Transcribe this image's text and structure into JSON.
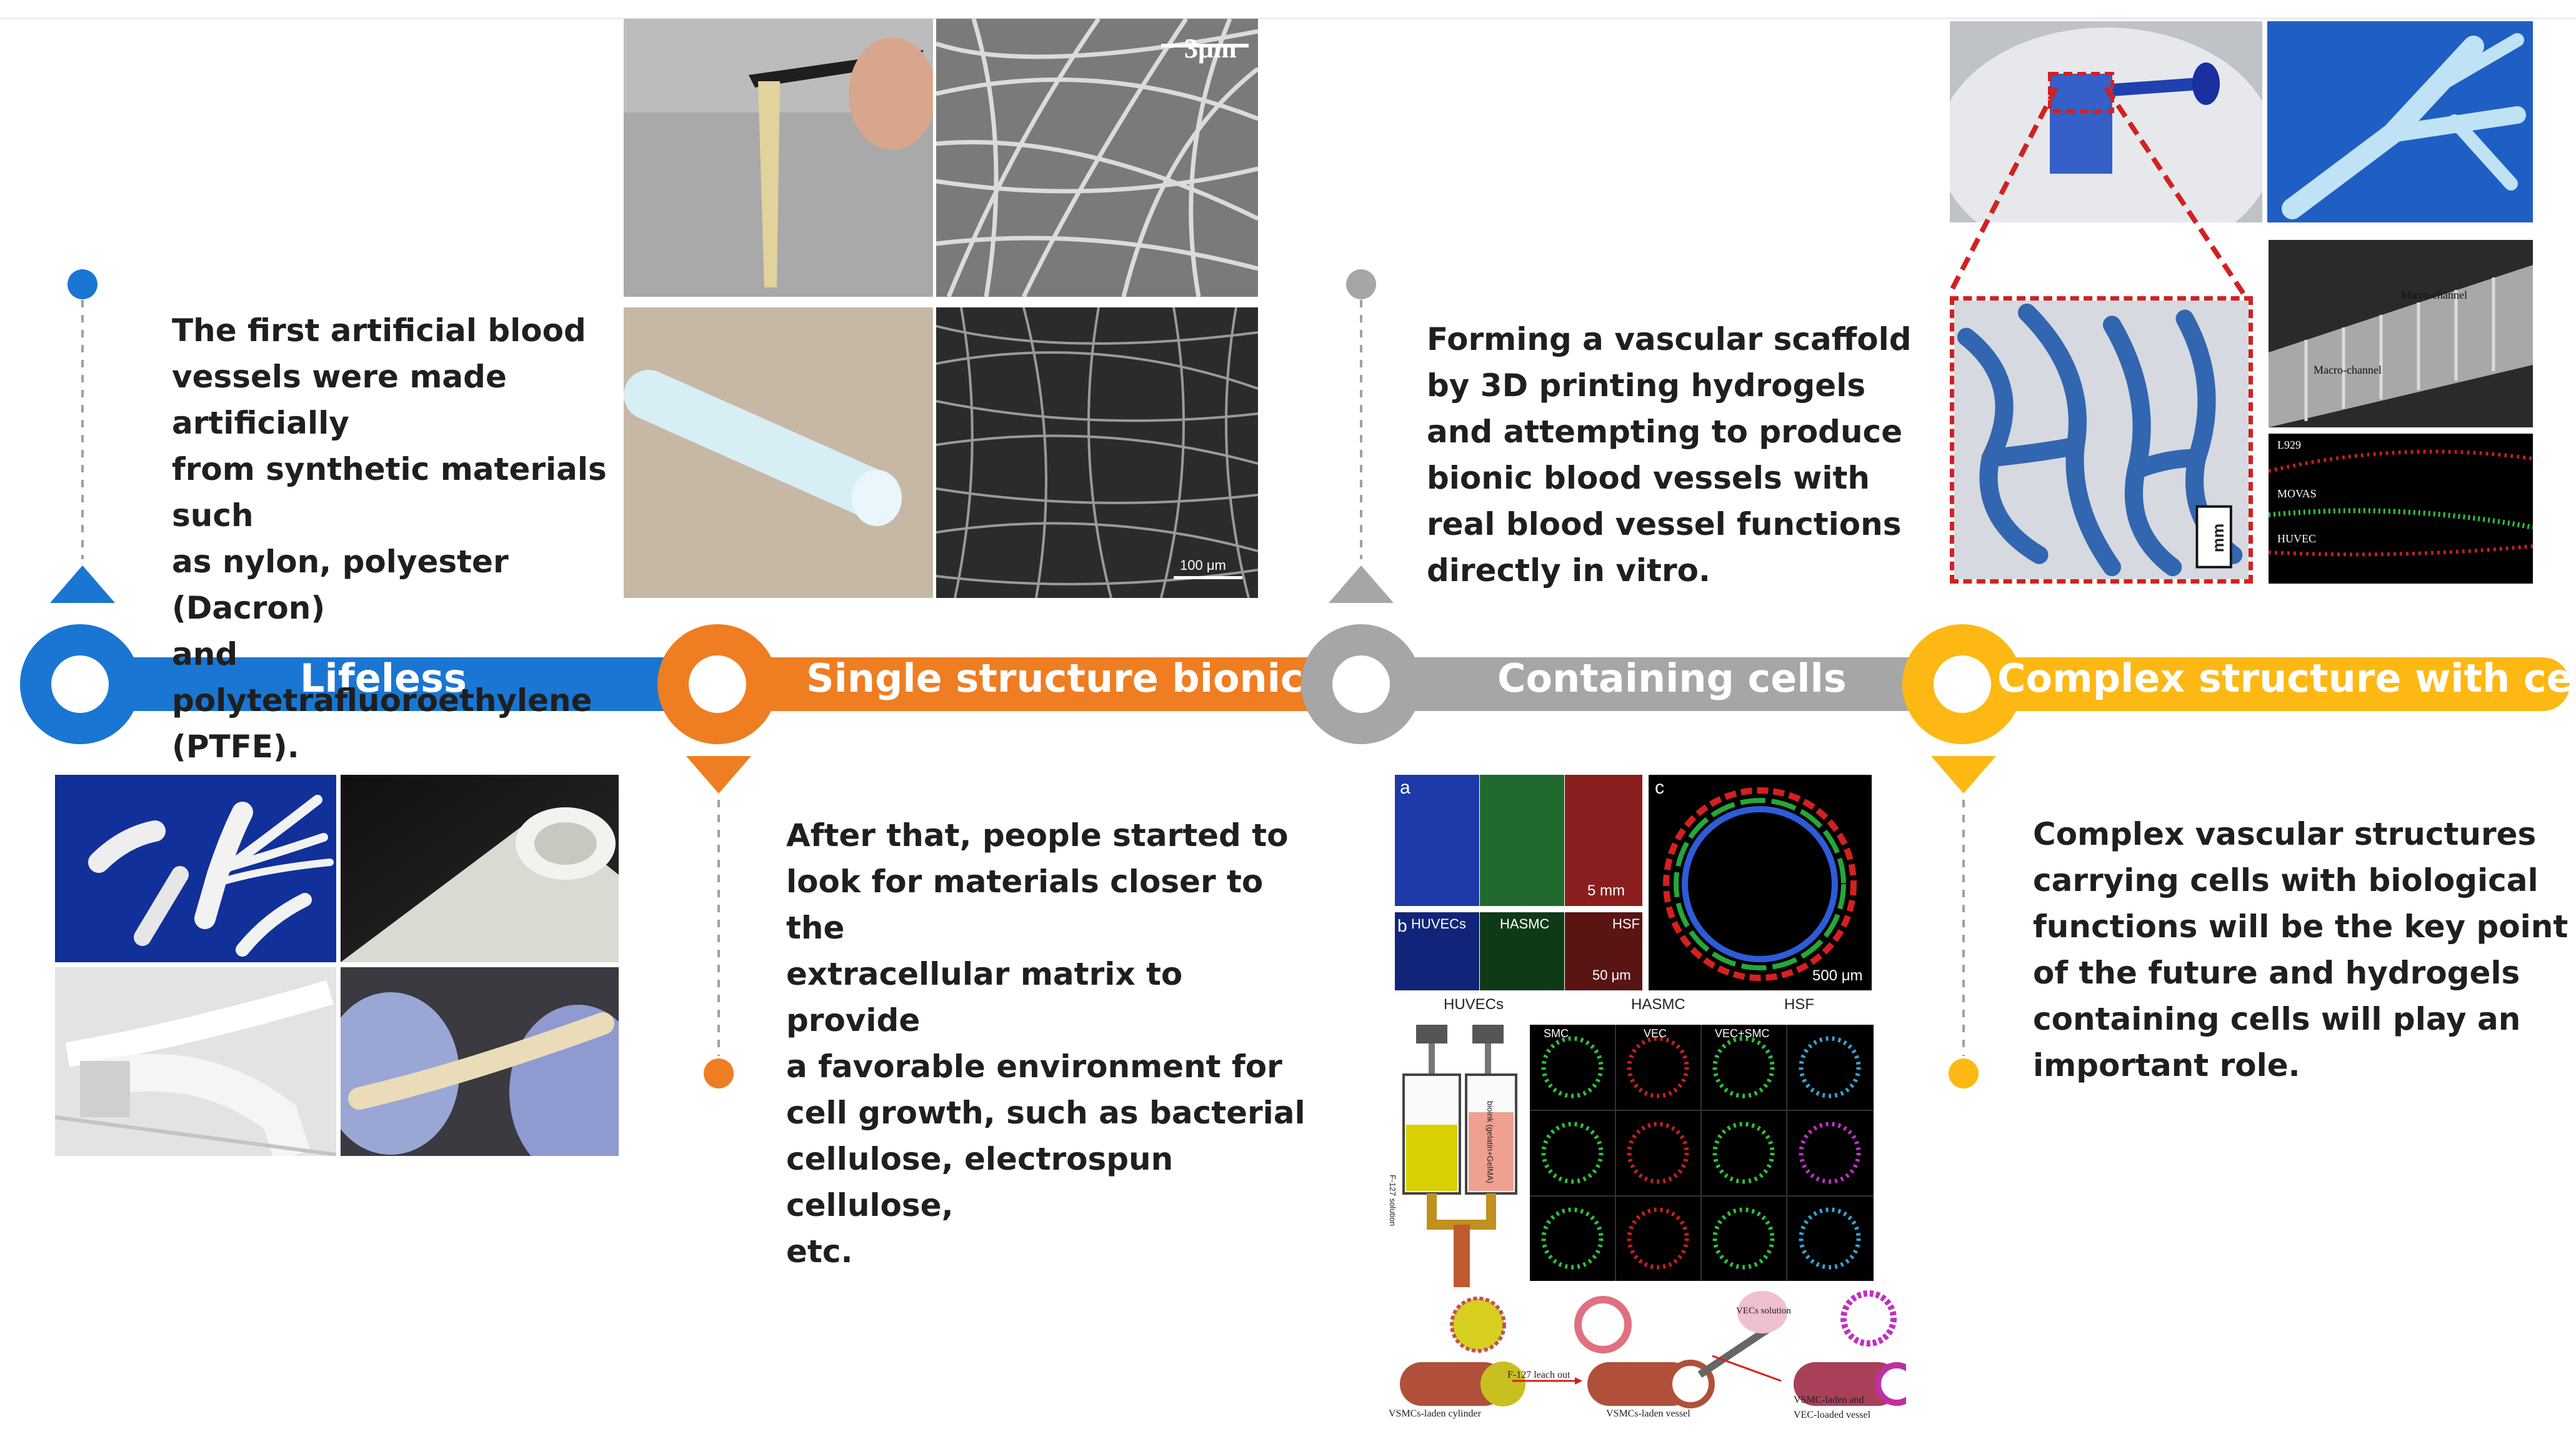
{
  "colors": {
    "lifeless": "#1976d2",
    "single": "#ef7d22",
    "cells": "#a6a6a6",
    "complex": "#fdb813",
    "text": "#1f1f1f"
  },
  "stages": [
    {
      "id": "lifeless",
      "label": "Lifeless"
    },
    {
      "id": "single",
      "label": "Single structure bionic"
    },
    {
      "id": "cells",
      "label": "Containing cells"
    },
    {
      "id": "complex",
      "label": "Complex structure with cells"
    }
  ],
  "descriptions": {
    "lifeless": [
      "The first artificial blood",
      "vessels were made artificially",
      "from synthetic materials such",
      "as nylon, polyester (Dacron)",
      "and polytetrafluoroethylene",
      "(PTFE)."
    ],
    "single": [
      "After that, people started to",
      "look for materials closer to the",
      "extracellular matrix to provide",
      "a favorable environment for",
      "cell growth, such as bacterial",
      "cellulose, electrospun cellulose,",
      "etc."
    ],
    "cells": [
      "Forming a vascular scaffold",
      "by 3D printing hydrogels",
      "and attempting to produce",
      "bionic blood vessels with",
      "real blood vessel functions",
      "directly in vitro."
    ],
    "complex": [
      "Complex vascular structures",
      "carrying cells with biological",
      "functions will be the key point",
      "of the future and hydrogels",
      "containing cells will play an",
      "important role."
    ]
  },
  "image_labels": {
    "sem_scale_top": "3μm",
    "sem_scale_bottom": "100 μm",
    "panel_a": "a",
    "panel_b": "b",
    "panel_c": "c",
    "scale_5mm": "5 mm",
    "scale_50um": "50 μm",
    "scale_500um": "500 μm",
    "huvecs_small": "HUVECs",
    "hasmc_small": "HASMC",
    "hsf_small": "HSF",
    "huvecs": "HUVECs",
    "hasmc": "HASMC",
    "hsf": "HSF",
    "smc": "SMC",
    "vec": "VEC",
    "vec_smc": "VEC+SMC",
    "f127_solution": "F-127 solution",
    "bioink": "bioink (gelatin+GelMA)",
    "vecs_solution": "VECs solution",
    "f127_leach": "F-127 leach out",
    "cyl1": "VSMCs-laden cylinder",
    "cyl2": "VSMCs-laden vessel",
    "cyl3a": "VSMC-laden and",
    "cyl3b": "VEC-loaded vessel",
    "micro_channel": "Micro-channel",
    "macro_channel": "Macro-channel",
    "l929": "L929",
    "movas": "MOVAS",
    "huvec": "HUVEC",
    "mm": "mm"
  }
}
